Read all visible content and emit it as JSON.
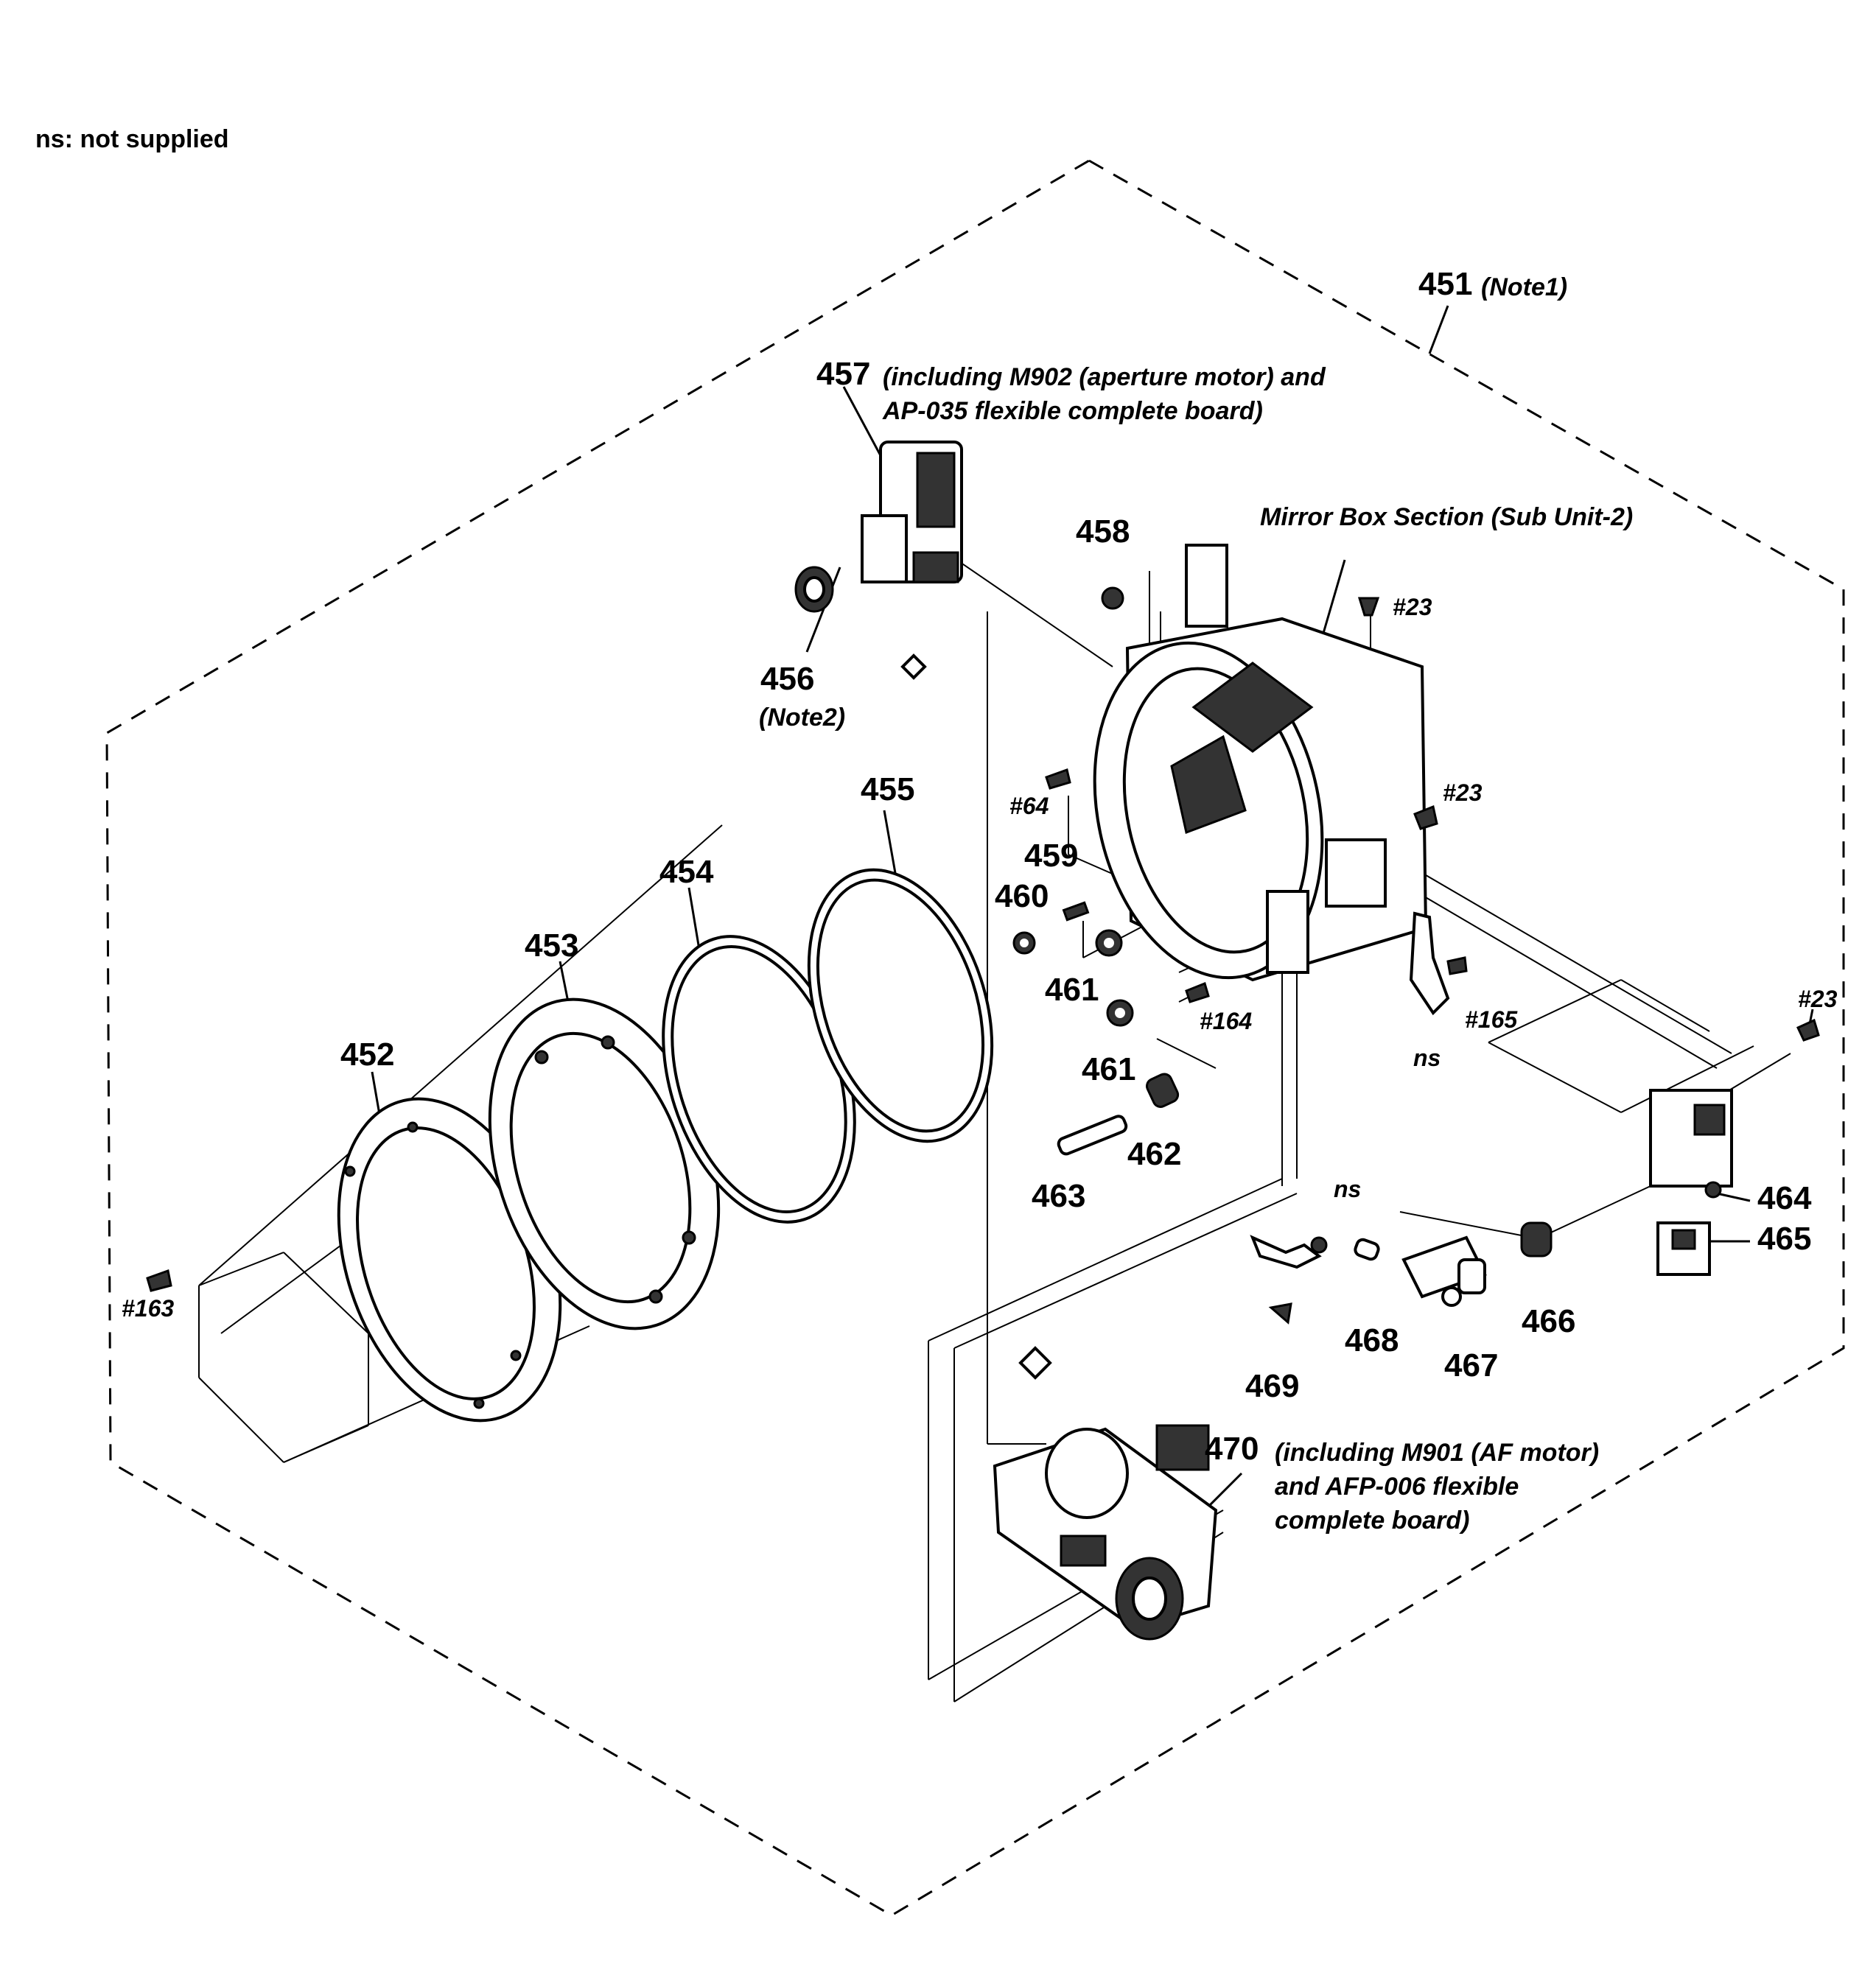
{
  "legend": "ns: not supplied",
  "parts": {
    "p451": {
      "num": "451",
      "note": "(Note1)"
    },
    "p452": {
      "num": "452"
    },
    "p453": {
      "num": "453"
    },
    "p454": {
      "num": "454"
    },
    "p455": {
      "num": "455"
    },
    "p456": {
      "num": "456",
      "note": "(Note2)"
    },
    "p457": {
      "num": "457",
      "note_line1": "(including M902 (aperture motor) and",
      "note_line2": "AP-035 flexible complete board)"
    },
    "p458": {
      "num": "458"
    },
    "p459": {
      "num": "459"
    },
    "p460": {
      "num": "460"
    },
    "p461a": {
      "num": "461"
    },
    "p461b": {
      "num": "461"
    },
    "p462": {
      "num": "462"
    },
    "p463": {
      "num": "463"
    },
    "p464": {
      "num": "464"
    },
    "p465": {
      "num": "465"
    },
    "p466": {
      "num": "466"
    },
    "p467": {
      "num": "467"
    },
    "p468": {
      "num": "468"
    },
    "p469": {
      "num": "469"
    },
    "p470": {
      "num": "470",
      "note_line1": "(including M901 (AF motor)",
      "note_line2": "and AFP-006 flexible",
      "note_line3": "complete board)"
    }
  },
  "mirror_box": "Mirror Box Section (Sub Unit-2)",
  "screws": {
    "s23a": "#23",
    "s23b": "#23",
    "s23c": "#23",
    "s64": "#64",
    "s163": "#163",
    "s164": "#164",
    "s165": "#165"
  },
  "ns_labels": {
    "ns1": "ns",
    "ns2": "ns"
  }
}
